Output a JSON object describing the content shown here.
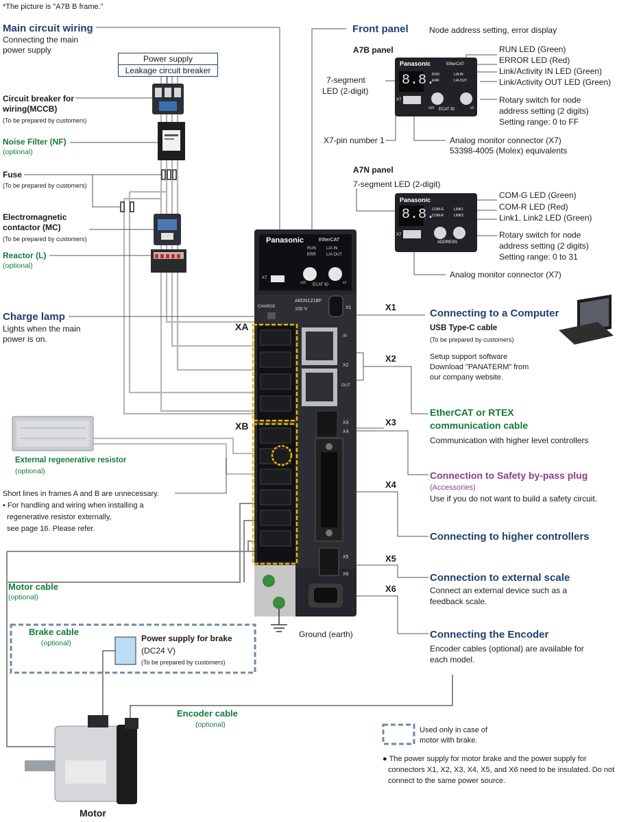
{
  "top_note": "*The picture is \"A7B B frame.\"",
  "main_circuit": {
    "title": "Main circuit wiring",
    "desc1": "Connecting the main",
    "desc2": "power supply"
  },
  "power_box": {
    "line1": "Power supply",
    "line2": "Leakage circuit breaker"
  },
  "mccb": {
    "title1": "Circuit breaker for",
    "title2": "wiring(MCCB)",
    "note": "(To be prepared by customers)"
  },
  "noise_filter": {
    "title": "Noise Filter (NF)",
    "note": "(optional)"
  },
  "fuse": {
    "title": "Fuse",
    "note": "(To be prepared by customers)"
  },
  "mc": {
    "title1": "Electromagnetic",
    "title2": "contactor (MC)",
    "note": "(To be prepared by customers)"
  },
  "reactor": {
    "title": "Reactor (L)",
    "note": "(optional)"
  },
  "charge_lamp": {
    "title": "Charge lamp",
    "desc1": "Lights when the main",
    "desc2": "power is on."
  },
  "ext_regen": {
    "title": "External regenerative resistor",
    "note": "(optional)"
  },
  "short_lines": {
    "l1": "Short lines in frames A and B are unnecessary.",
    "l2": "• For handling and wiring when installing a",
    "l3": "regenerative resistor externally,",
    "l4": "see page 16. Please refer."
  },
  "motor_cable": {
    "title": "Motor cable",
    "note": "(optional)"
  },
  "brake_cable": {
    "title": "Brake cable",
    "note": "(optional)"
  },
  "brake_power": {
    "title": "Power supply for brake",
    "sub": "(DC24 V)",
    "note": "(To be prepared by customers)"
  },
  "encoder_cable": {
    "title": "Encoder cable",
    "note": "(optional)"
  },
  "motor_label": "Motor",
  "ground_label": "Ground (earth)",
  "front_panel": {
    "title": "Front panel",
    "desc": "Node address setting, error display"
  },
  "a7b": {
    "title": "A7B panel",
    "seg1": "7-segment",
    "seg2": "LED (2-digit)",
    "pin": "X7-pin number 1",
    "leds": [
      "RUN LED (Green)",
      "ERROR LED (Red)",
      "Link/Activity IN LED (Green)",
      "Link/Activity OUT LED (Green)"
    ],
    "rotary": [
      "Rotary switch for node",
      "address setting (2 digits)",
      "Setting range: 0 to FF"
    ],
    "analog": [
      "Analog monitor connector (X7)",
      "53398-4005 (Molex) equivalents"
    ],
    "brand": "Panasonic",
    "net": "EtherCAT",
    "led_labels": [
      "RUN",
      "L/A IN",
      "ERR",
      "L/A OUT"
    ],
    "ecat": "ECAT ID",
    "x7": "X7",
    "x10": "x10",
    "x1": "x1",
    "digits": "8.8."
  },
  "a7n": {
    "title": "A7N panel",
    "seg": "7-segment LED (2-digit)",
    "leds": [
      "COM-G LED (Green)",
      "COM-R LED (Red)",
      "Link1, Link2 LED (Green)"
    ],
    "rotary": [
      "Rotary switch for node",
      "address setting (2 digits)",
      "Setting range: 0 to 31"
    ],
    "analog": "Analog monitor connector (X7)",
    "brand": "Panasonic",
    "led_labels": [
      "COM-G",
      "LINK1",
      "COM-R",
      "LINK2"
    ],
    "address": "ADDRESS",
    "x7": "X7",
    "digits": "8.8."
  },
  "drive": {
    "brand": "Panasonic",
    "net": "EtherCAT",
    "led_labels": [
      "RUN",
      "L/A IN",
      "ERR",
      "L/A OUT"
    ],
    "ecat": "ECAT ID",
    "x7": "X7",
    "x10": "x10",
    "x1": "x1",
    "model": "A8DN121BF",
    "voltage": "100 V",
    "charge": "CHARGE",
    "port_in": "IN",
    "port_out": "OUT",
    "x1p": "X1",
    "x2p": "X2",
    "x3p": "X3",
    "x4p": "X4",
    "x5p": "X5",
    "x6p": "X6"
  },
  "xa_label": "XA",
  "xb_label": "XB",
  "x_labels": [
    "X1",
    "X2",
    "X3",
    "X4",
    "X5",
    "X6"
  ],
  "computer": {
    "title": "Connecting to a Computer",
    "cable": "USB Type-C cable",
    "note": "(To be prepared by customers)",
    "sw1": "Setup support software",
    "sw2": "Download \"PANATERM\" from",
    "sw3": "our company website."
  },
  "ethercat": {
    "title1": "EtherCAT or RTEX",
    "title2": "communication cable",
    "desc": "Communication with higher level controllers"
  },
  "safety": {
    "title": "Connection to Safety by-pass plug",
    "note": "(Accessories)",
    "desc": "Use if you do not want to build a safety circuit."
  },
  "higher": {
    "title": "Connecting to higher controllers"
  },
  "ext_scale": {
    "title": "Connection to external scale",
    "d1": "Connect an external device such as a",
    "d2": "feedback scale."
  },
  "encoder": {
    "title": "Connecting the Encoder",
    "d1": "Encoder cables (optional) are available for",
    "d2": "each model."
  },
  "legend": {
    "l1": "Used only in case of",
    "l2": "motor with brake."
  },
  "bottom_note": {
    "l1": "● The power supply for motor brake and the power supply for",
    "l2": "connectors X1, X2, X3, X4, X5, and X6 need to be insulated. Do not",
    "l3": "connect to the same power source."
  },
  "colors": {
    "navy": "#1d3f6e",
    "green": "#127a3a",
    "purple": "#8a3c8f",
    "yellow": "#f0b400",
    "dash_box": "#6d8aa6"
  }
}
